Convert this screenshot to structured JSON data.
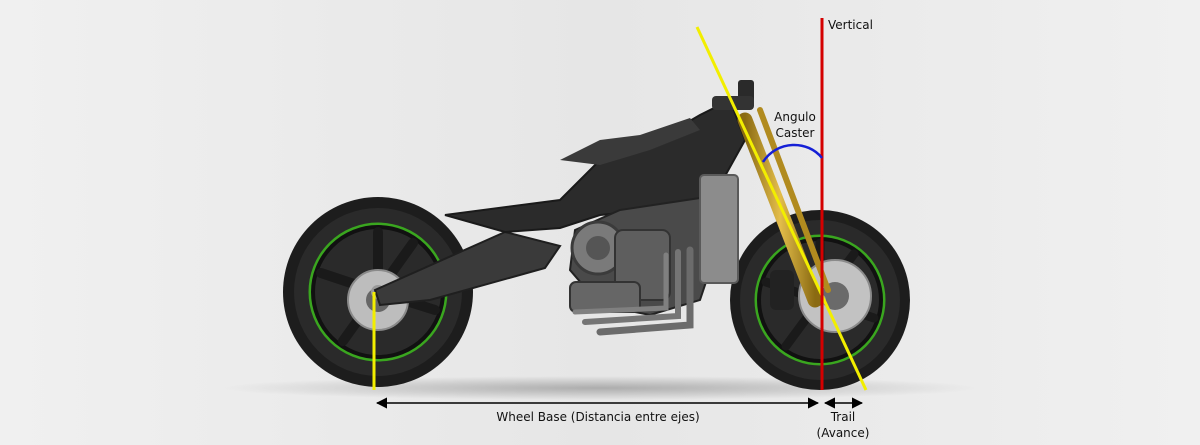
{
  "labels": {
    "vertical": "Vertical",
    "caster_line1": "Angulo",
    "caster_line2": "Caster",
    "wheelbase": "Wheel Base (Distancia entre ejes)",
    "trail_line1": "Trail",
    "trail_line2": "(Avance)"
  },
  "colors": {
    "background": "#ececec",
    "vertical_line": "#d40000",
    "steering_axis": "#f2ee00",
    "caster_arc": "#1520d6",
    "wheel_rim_accent": "#3aa61f",
    "frame": "#2b2b2b",
    "fork": "#c9a12a",
    "dimension_arrow": "#000000"
  }
}
